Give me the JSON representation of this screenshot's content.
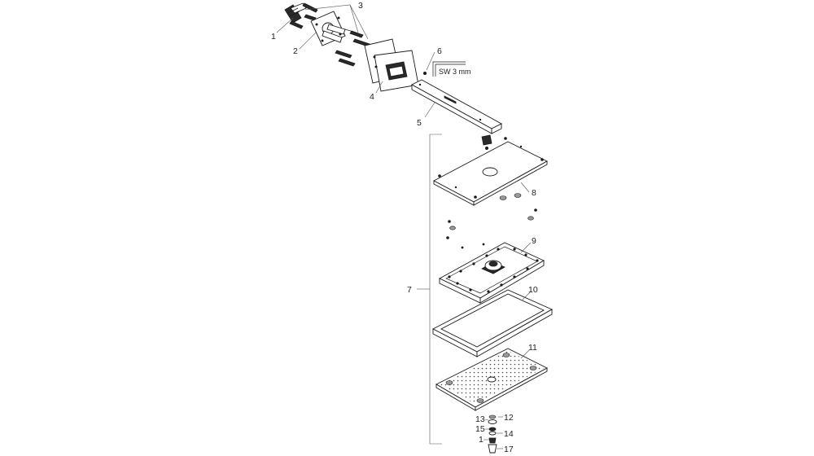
{
  "labels": {
    "p1": "1",
    "p2": "2",
    "p3": "3",
    "p4": "4",
    "p5": "5",
    "p6": "6",
    "p7": "7",
    "p8": "8",
    "p9": "9",
    "p10": "10",
    "p11": "11",
    "p12": "12",
    "p13": "13",
    "p14": "14",
    "p15": "15",
    "p16": "1",
    "p17": "17"
  },
  "wrench_note": "SW 3 mm"
}
